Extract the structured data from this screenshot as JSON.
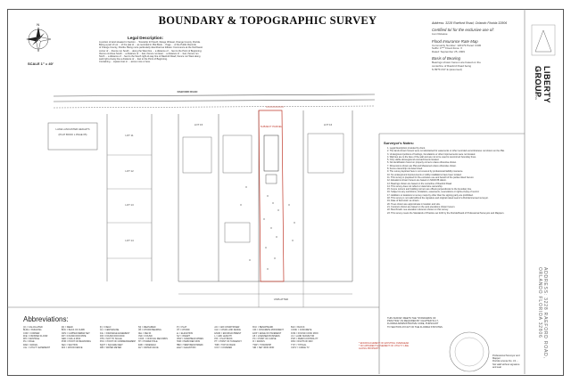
{
  "header": {
    "title": "BOUNDARY & TOPOGRAPHIC SURVEY",
    "address_line": "Address: 3228 Raeford Road, Orlando Florida 32806"
  },
  "legal": {
    "title": "Legal Description:",
    "lines": [
      "A portion of land situated in Section ... Township 23 South, Range 30 East, Orange County, Florida.",
      "Being a part of Lot ... of the plat of ... as recorded in Plat Book ... Page ... of the Public Records",
      "of Orange County, Florida. Being more particularly described as follows: Commence at the Northwest",
      "corner of ... thence run South ... along the West line ... a distance of ... feet to the Point of Beginning;",
      "thence continue South ... a distance of ... feet; thence run East ... a distance of ... feet; thence run",
      "North ... a distance of ... feet to the South right-of-way line of Raeford Road; thence run West along",
      "said right-of-way line a distance of ... feet to the Point of Beginning.",
      "Containing ... square feet or ... acres more or less."
    ]
  },
  "scale": "SCALE 1\" = 40'",
  "right_panel": {
    "certified_heading": "Certified to/ for the exclusive use of:",
    "certified_lines": [
      "Lien Release"
    ],
    "flood_heading": "Flood Insurance Rate Map",
    "flood_lines": [
      "Community Number: 120179 Panel: 0430",
      "Suffix: F*** Flood Zone: X",
      "Dated: September 25, 2009"
    ],
    "bearing_heading": "Basis of Bearing",
    "bearing_lines": [
      "Bearings shown hereon are based on the",
      "centerline of Raeford Road being",
      "N 89°51'44\" E (assumed)"
    ]
  },
  "company": {
    "name": "LIBERTY GROUP",
    "sub": "LAND SURVEYING & MAPPING"
  },
  "side_address": "ADDRESS: 3228 RAEFORD ROAD, ORLANDO FLORIDA 32806",
  "notes": {
    "title": "Surveyor's Notes:",
    "items": [
      "1. Legal Description provided by client.",
      "2. The lands shown hereon were not abstracted for easements or other recorded encumbrances not shown on the Plat.",
      "3. Underground portions of footings, foundations or other improvements were not located.",
      "4. Wall ties are to the face of the wall and are not to be used to reconstruct boundary lines.",
      "5. Only visible aboveground encroachments located.",
      "6. No identification found on property corners unless otherwise shown.",
      "7. Dimensions shown are Plat and Measured unless otherwise shown.",
      "8. Fence ownership not determined.",
      "9. The survey depicted here is not covered by professional liability insurance.",
      "10. No underground improvements or utility installations have been located.",
      "11. This survey is prepared for the exclusive use and benefit of the parties listed hereon.",
      "12. Elevations shown hereon are based on NAVD 88 datum.",
      "13. Bearings shown are based on the centerline of Raeford Road.",
      "14. This survey does not reflect or determine ownership.",
      "15. Fence corners and building corners are offsets perpendicular to the boundary line.",
      "16. Subject to any restrictions, limitations, easements, reservations or rights-of-way of record.",
      "17. Additions or deletions to survey maps by other than the signing party are prohibited.",
      "18. This survey is not valid without the signature and original raised seal of a Florida licensed surveyor.",
      "19. Date of field work: as shown.",
      "20. Trees shown are approximate in location and size.",
      "21. Contours shown are based on the spot elevations shown hereon.",
      "22. Benchmark: see elevation reference shown on this survey.",
      "23. This survey meets the Standards of Practice set forth by the Florida Board of Professional Surveyors and Mappers."
    ]
  },
  "abbreviations": {
    "title": "Abbreviations:",
    "items": [
      "(C) = CALCULATED",
      "(D) = DEED",
      "(F) = FIELD",
      "(M) = MEASURED",
      "(P) = PLAT",
      "A/C = AIR CONDITIONER",
      "B.M. = BENCHMARK",
      "BLK = BLOCK",
      "BLDG = BUILDING",
      "BOC = BACK OF CURB",
      "C/L = CENTERLINE",
      "CB = CHORD BEARING",
      "CH = CHORD",
      "CLF = CHAIN LINK FENCE",
      "CM = CONCRETE MONUMENT",
      "CONC = CONCRETE",
      "COR = CORNER",
      "CRS = CAPPED REBAR SET",
      "D.E. = DRAINAGE EASEMENT",
      "DEL = DELTA",
      "EL = ELEVATION",
      "ENCR = ENCROACHMENT",
      "EOP = EDGE OF PAVEMENT",
      "FCM = FOUND CONC MON",
      "FFE = FINISHED FLOOR",
      "FIP = FOUND IRON PIPE",
      "FIR = FOUND IRON ROD",
      "FND = FOUND",
      "INV = INVERT",
      "L = ARC LENGTH",
      "LB = LICENSED BUSINESS",
      "LS = LAND SURVEYOR",
      "MH = MANHOLE",
      "N&D = NAIL & DISK",
      "NTS = NOT TO SCALE",
      "O.R.B. = OFFICIAL RECORDS",
      "OHW = OVERHEAD WIRES",
      "P.B. = PLAT BOOK",
      "PC = POINT OF CURVE",
      "PCP = PERM CONTROL PT",
      "PG = PAGE",
      "POB = POINT OF BEGINNING",
      "POC = POINT OF COMMENCEMENT",
      "PP = POWER POLE",
      "PRM = PERM REF MON",
      "PT = POINT OF TANGENCY",
      "R = RADIUS",
      "R/W = RIGHT-OF-WAY",
      "RAD = RADIAL",
      "SEC = SECTION",
      "SQFT = SQUARE FEET",
      "SWK = SIDEWALK",
      "TBM = TEMP BENCHMARK",
      "TOB = TOP OF BANK",
      "TWP = TOWNSHIP",
      "TYP = TYPICAL",
      "U.E. = UTILITY EASEMENT",
      "W/F = WOOD FENCE",
      "WM = WATER METER",
      "WV = WATER VALVE",
      "ELEV = ELEVATION",
      "COV = COVERED",
      "SIR = SET IRON ROD",
      "CATV = CABLE TV"
    ]
  },
  "plan": {
    "road_label": "RAEFORD ROAD",
    "lots": [
      {
        "label": "LOT 11"
      },
      {
        "label": "LOT 12"
      },
      {
        "label": "LOT 13"
      },
      {
        "label": "LOT 14"
      },
      {
        "label": "LOT 15"
      },
      {
        "label": "LOT 16"
      }
    ],
    "subject_label": "SUBJECT PARCEL",
    "lake_label": "LAKE LANCASTER HEIGHTS",
    "lake_sub": "(PLAT BOOK L PAGE 65)",
    "easement_label": "UNPLATTED"
  },
  "bottom": {
    "statement_lines": [
      "THIS SURVEY MEETS THE \"STANDARDS OF",
      "PRACTICE\" AS REQUIRED BY CHAPTER 5J-17,",
      "FLORIDA ADMINISTRATIVE CODE, PURSUANT",
      "TO SECTION 472.027 OF THE FLORIDA STATUTES."
    ],
    "red_lines": [
      "* ENCROACHMENT OF EXISTING OVERHEAD",
      "* NO APPARENT EASEMENT OF UTILITY LINE",
      "  ALONG PROPERTY."
    ],
    "signature_lines": [
      "Professional Surveyor and Mapper",
      "Florida License No. LS ...",
      "Not valid without signature and seal"
    ]
  }
}
